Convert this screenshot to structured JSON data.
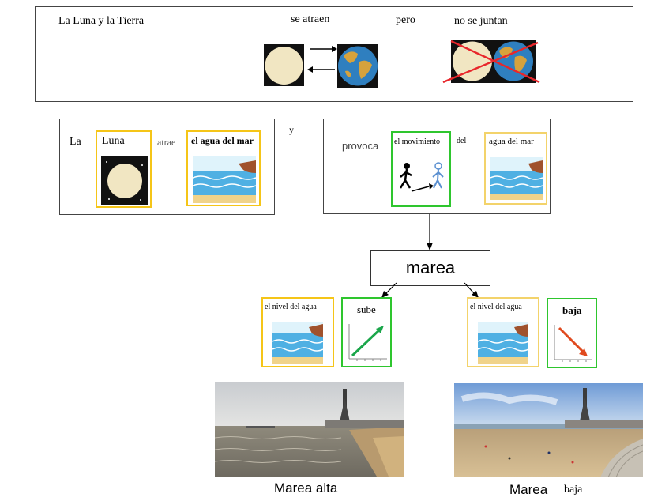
{
  "top": {
    "subject": "La Luna y la Tierra",
    "attract": "se atraen",
    "but": "pero",
    "not_join": "no se juntan"
  },
  "sentence1": {
    "la": "La",
    "luna": "Luna",
    "atrae": "atrae",
    "agua_mar": "el agua del mar"
  },
  "connector": "y",
  "sentence2": {
    "provoca": "provoca",
    "movimiento": "el movimiento",
    "del": "del",
    "agua_mar": "agua del mar"
  },
  "marea": "marea",
  "left_branch": {
    "nivel": "el nivel del agua",
    "verb": "sube",
    "caption_a": "Marea alta"
  },
  "right_branch": {
    "nivel": "el nivel del agua",
    "verb": "baja",
    "caption_a": "Marea",
    "caption_b": "baja"
  },
  "colors": {
    "yellow_border": "#f5c518",
    "green_border": "#2ec62e",
    "moon": "#f1e6c2",
    "earth_ocean": "#2f7fbf",
    "earth_land": "#d6a23c",
    "cross": "#e8262b",
    "up_arrow": "#1aa64a",
    "down_arrow": "#e04a1f"
  },
  "icons": [
    "moon-icon",
    "earth-icon",
    "walking-people-icon",
    "sea-icon",
    "arrow-up-chart-icon",
    "arrow-down-chart-icon"
  ]
}
